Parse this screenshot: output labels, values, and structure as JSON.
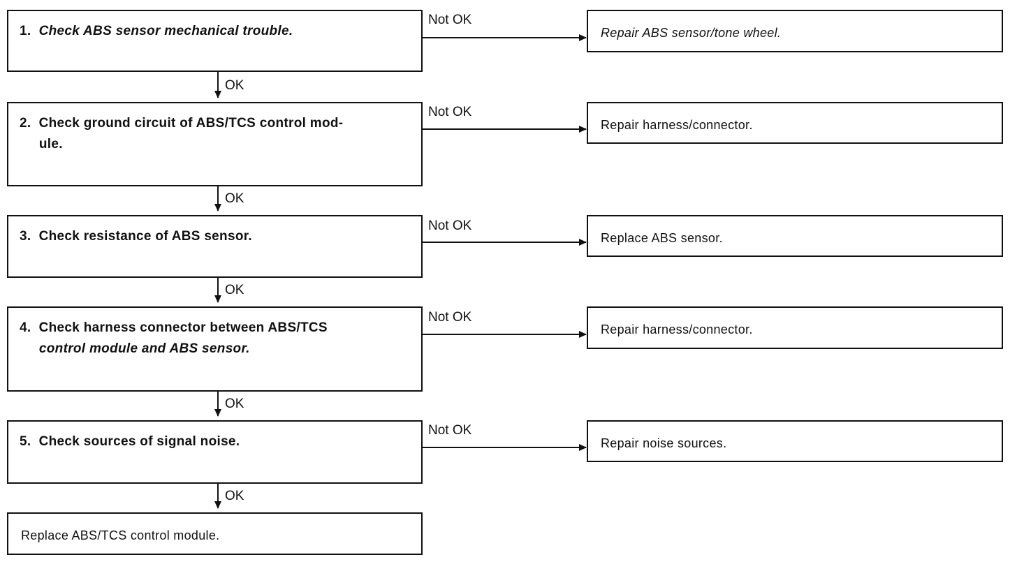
{
  "flow": {
    "steps": [
      {
        "num": "1.",
        "text": "Check ABS sensor mechanical trouble."
      },
      {
        "num": "2.",
        "text": "Check ground circuit of ABS/TCS control mod-",
        "text2": "ule."
      },
      {
        "num": "3.",
        "text": "Check resistance of ABS sensor."
      },
      {
        "num": "4.",
        "text": "Check harness connector between ABS/TCS",
        "text2": "control module and ABS sensor."
      },
      {
        "num": "5.",
        "text": "Check sources of signal noise."
      }
    ],
    "results": [
      "Repair ABS sensor/tone wheel.",
      "Repair harness/connector.",
      "Replace ABS sensor.",
      "Repair harness/connector.",
      "Repair noise sources."
    ],
    "final": "Replace ABS/TCS control module.",
    "ok_label": "OK",
    "not_ok_label": "Not OK"
  }
}
